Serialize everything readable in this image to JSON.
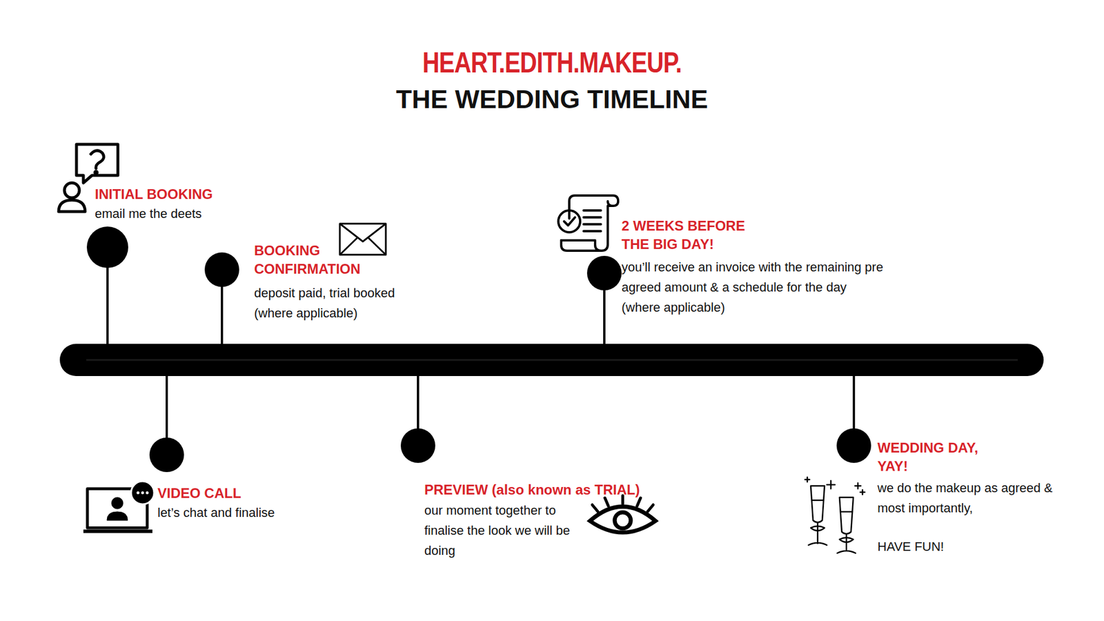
{
  "diagram": {
    "title": "THE WEDDING TIMELINE",
    "nodes": [
      {
        "text": [
          "INITIAL BOOKING",
          "email me the deets"
        ]
      },
      {
        "text": [
          "VIDEO CALL",
          "let’s chat and finalise"
        ]
      },
      {
        "text": [
          "BOOKING CONFIRMATION",
          "deposit paid, trial booked (where applicable)"
        ]
      },
      {
        "text": [
          "PREVIEW (also known as TRIAL)",
          "our moment together to finalise the look we will be doing"
        ]
      },
      {
        "text": [
          "2 WEEKS BEFORE THE BIG DAY!",
          "you’ll receive an invoice with the remaining pre agreed amount & a schedule for the day (where applicable)"
        ]
      },
      {
        "text": [
          "WEDDING DAY, YAY!",
          "we do the makeup as agreed & most importantly,",
          "HAVE FUN!"
        ]
      }
    ],
    "labels": [
      "HEART.EDITH.MAKEUP."
    ]
  }
}
